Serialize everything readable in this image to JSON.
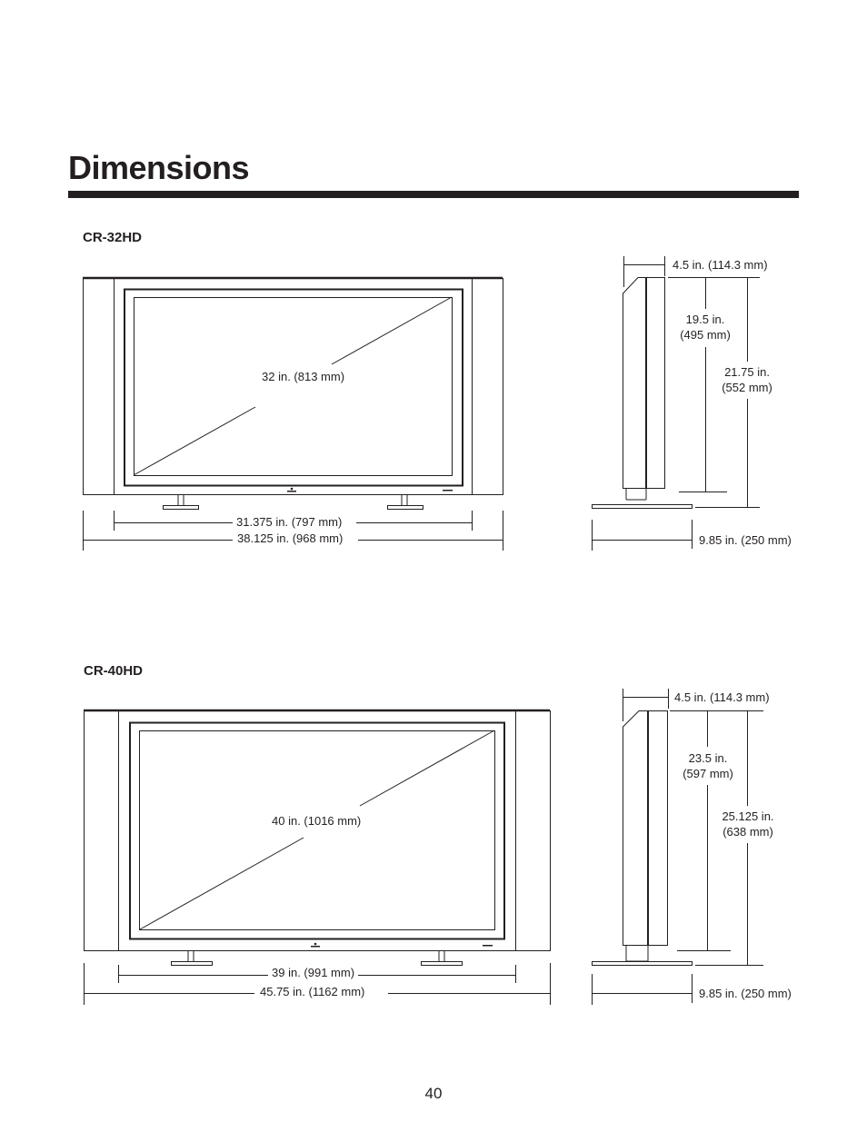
{
  "page": {
    "title": "Dimensions",
    "page_number": "40"
  },
  "models": [
    {
      "name": "CR-32HD",
      "diagonal": "32 in. (813 mm)",
      "screen_width": "31.375 in. (797 mm)",
      "overall_width": "38.125 in. (968 mm)",
      "depth": "4.5 in. (114.3 mm)",
      "screen_height_line1": "19.5 in.",
      "screen_height_line2": "(495 mm)",
      "overall_height_line1": "21.75 in.",
      "overall_height_line2": "(552 mm)",
      "stand_depth": "9.85 in. (250 mm)"
    },
    {
      "name": "CR-40HD",
      "diagonal": "40 in. (1016 mm)",
      "screen_width": "39 in. (991 mm)",
      "overall_width": "45.75 in. (1162 mm)",
      "depth": "4.5 in. (114.3 mm)",
      "screen_height_line1": "23.5 in.",
      "screen_height_line2": "(597 mm)",
      "overall_height_line1": "25.125 in.",
      "overall_height_line2": "(638 mm)",
      "stand_depth": "9.85 in. (250 mm)"
    }
  ]
}
